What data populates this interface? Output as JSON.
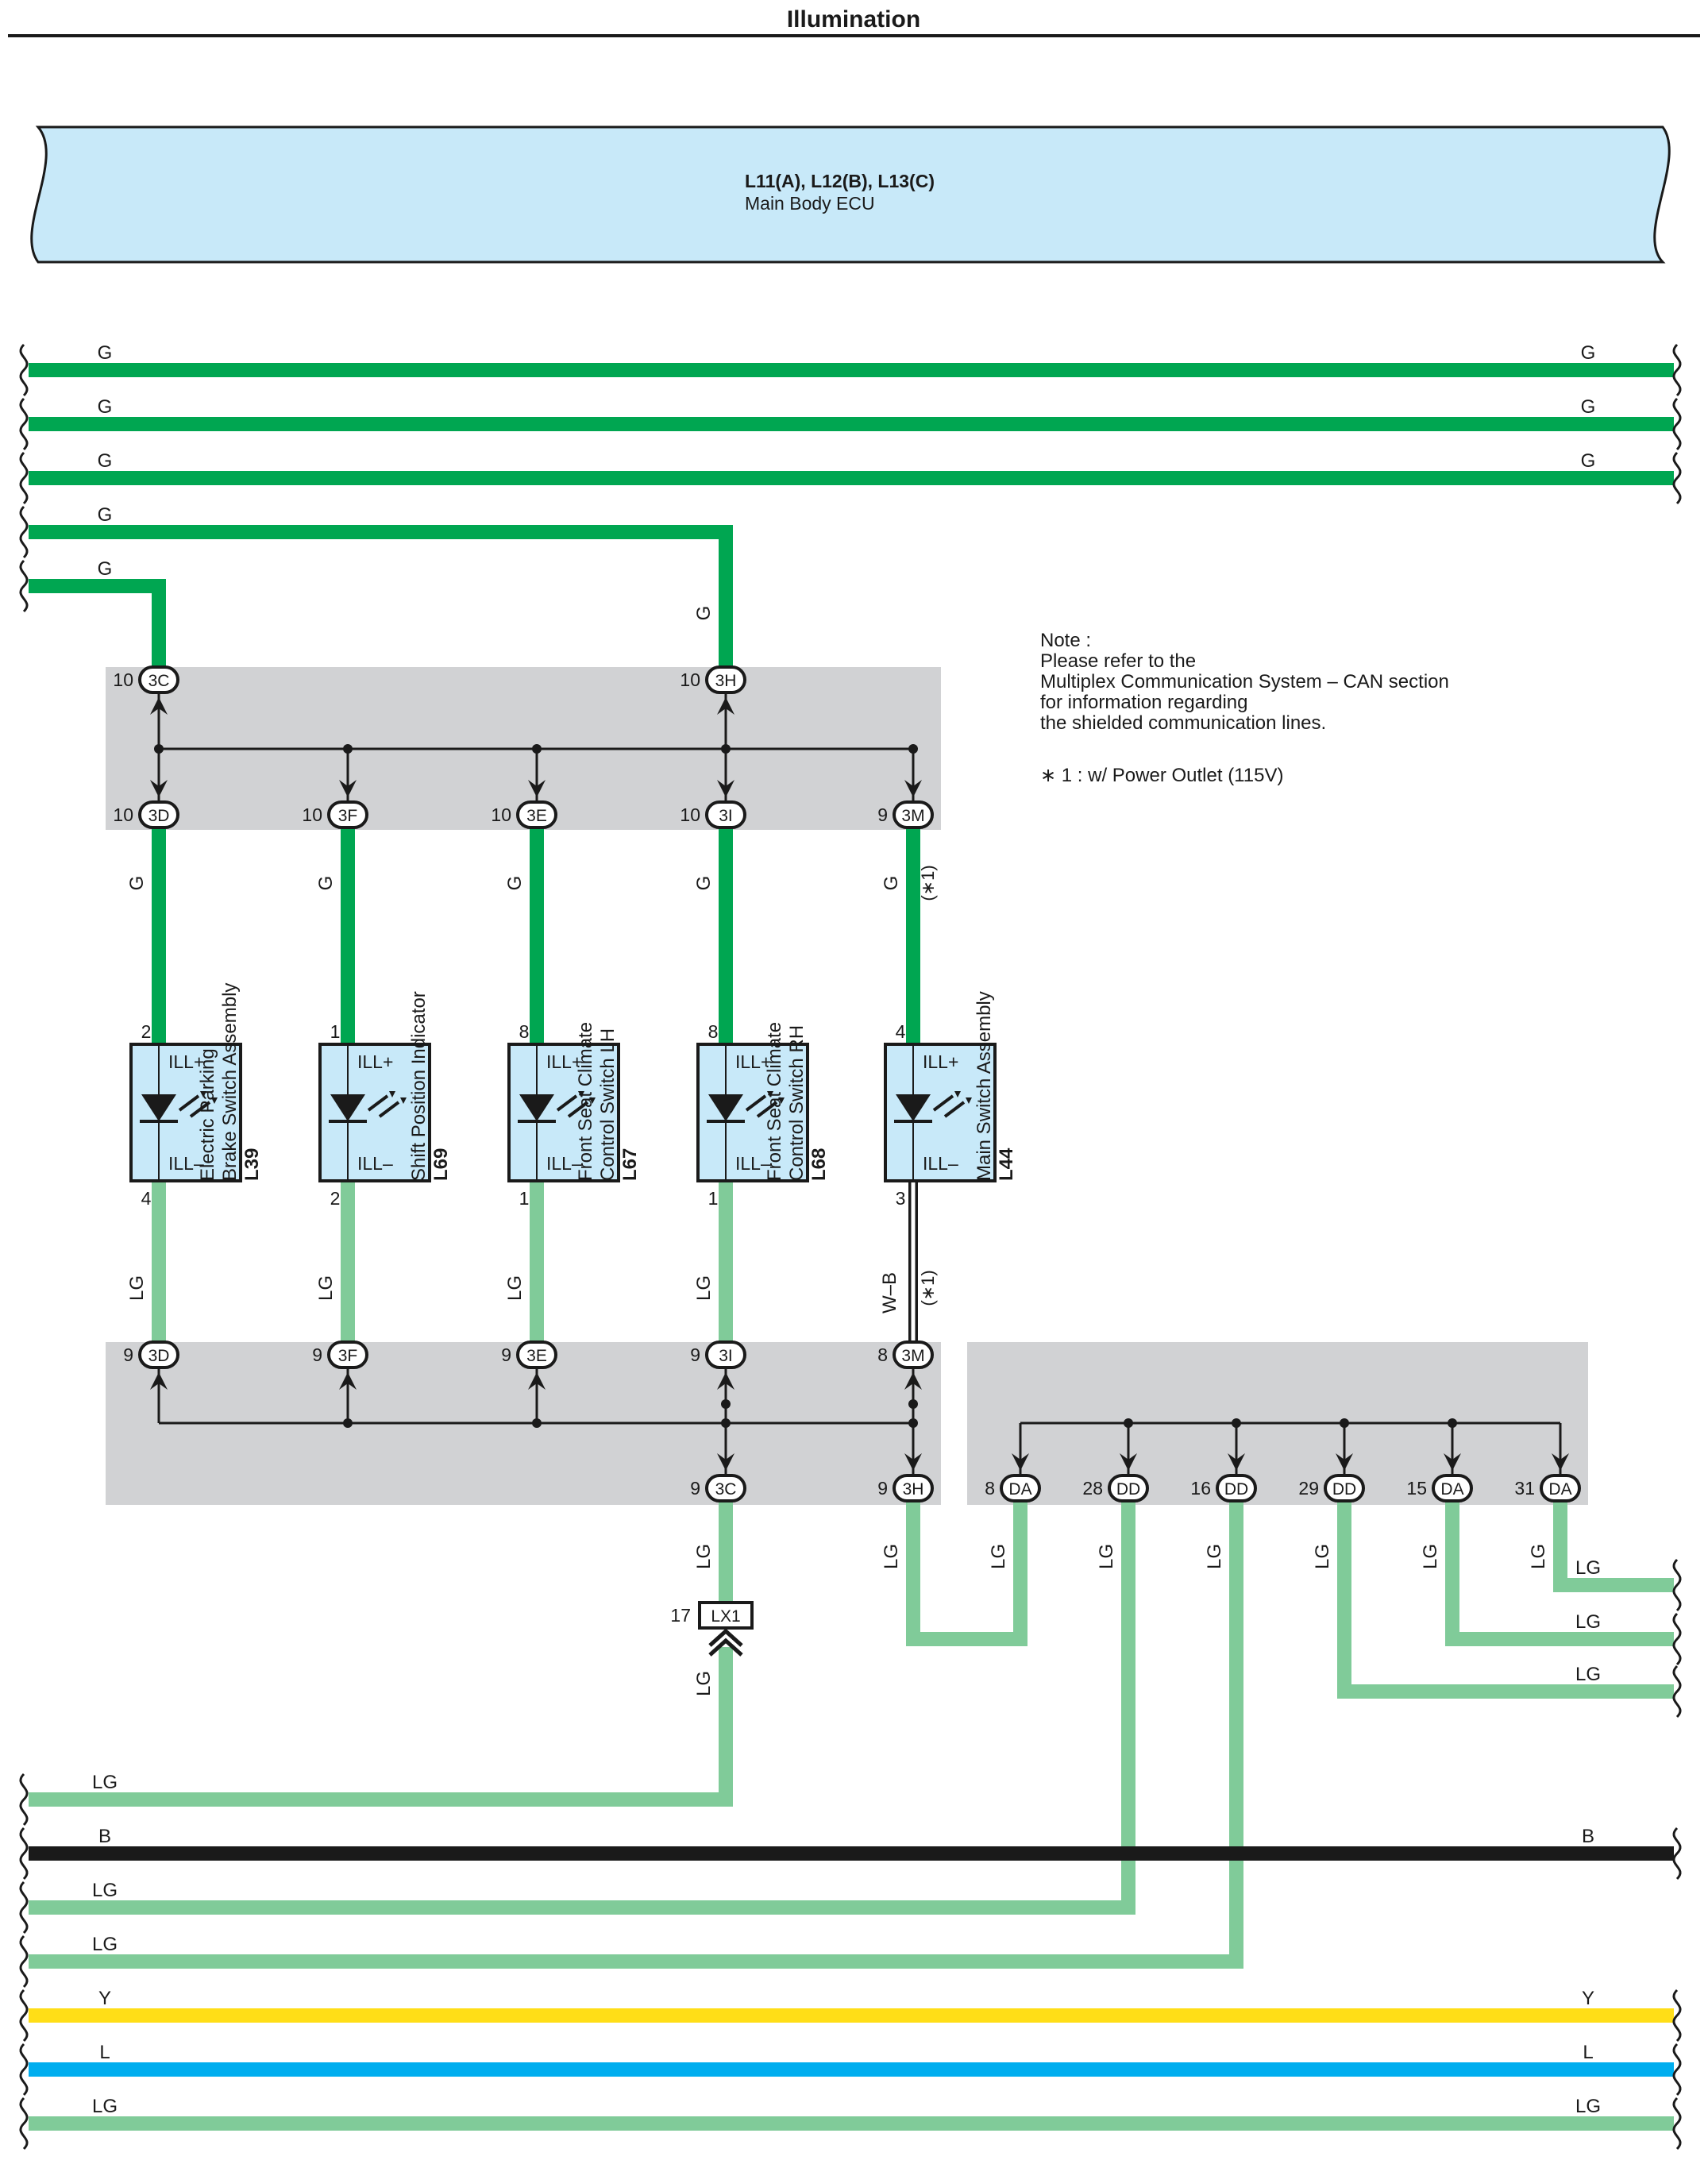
{
  "title": "Illumination",
  "colors": {
    "G": "#00a651",
    "LG": "#80cb99",
    "B": "#1a1a1a",
    "Y": "#ffde17",
    "L": "#00aeef",
    "WB_outer": "#1a1a1a",
    "WB_inner": "#ffffff",
    "ecu_fill": "#c8e9f9",
    "component_fill": "#c8e9f9",
    "junction_fill": "#d1d2d4"
  },
  "ecu": {
    "name": "L11(A), L12(B), L13(C)",
    "desc": "Main Body ECU"
  },
  "note": {
    "lines": [
      "Note :",
      "Please refer to the",
      "Multiplex Communication System – CAN section",
      "for information regarding",
      "the shielded communication lines."
    ],
    "footnote": "∗ 1 : w/ Power Outlet (115V)"
  },
  "top_wires": [
    {
      "color": "G",
      "left_label": "G",
      "right_label": "G"
    },
    {
      "color": "G",
      "left_label": "G",
      "right_label": "G"
    },
    {
      "color": "G",
      "left_label": "G",
      "right_label": "G"
    },
    {
      "color": "G",
      "left_label": "G"
    },
    {
      "color": "G",
      "left_label": "G"
    }
  ],
  "upper_junction": {
    "top_connectors": [
      {
        "pin": "10",
        "code": "3C"
      },
      {
        "pin": "10",
        "code": "3H"
      }
    ],
    "bottom_connectors": [
      {
        "pin": "10",
        "code": "3D"
      },
      {
        "pin": "10",
        "code": "3F"
      },
      {
        "pin": "10",
        "code": "3E"
      },
      {
        "pin": "10",
        "code": "3I"
      },
      {
        "pin": "9",
        "code": "3M"
      }
    ]
  },
  "components": [
    {
      "code": "L39",
      "name_lines": [
        "Electric Parking",
        "Brake Switch Assembly"
      ],
      "pin_top": "2",
      "pin_bottom": "4",
      "in_wire": "G",
      "out_wire": "LG",
      "ill_plus": "ILL+",
      "ill_minus": "ILL–"
    },
    {
      "code": "L69",
      "name_lines": [
        "Shift Position Indicator"
      ],
      "pin_top": "1",
      "pin_bottom": "2",
      "in_wire": "G",
      "out_wire": "LG",
      "ill_plus": "ILL+",
      "ill_minus": "ILL–"
    },
    {
      "code": "L67",
      "name_lines": [
        "Front Seat Climate",
        "Control Switch LH"
      ],
      "pin_top": "8",
      "pin_bottom": "1",
      "in_wire": "G",
      "out_wire": "LG",
      "ill_plus": "ILL+",
      "ill_minus": "ILL–"
    },
    {
      "code": "L68",
      "name_lines": [
        "Front Seat Climate",
        "Control Switch RH"
      ],
      "pin_top": "8",
      "pin_bottom": "1",
      "in_wire": "G",
      "out_wire": "LG",
      "ill_plus": "ILL+",
      "ill_minus": "ILL–"
    },
    {
      "code": "L44",
      "name_lines": [
        "Main Switch Assembly"
      ],
      "pin_top": "4",
      "pin_bottom": "3",
      "in_wire": "G",
      "out_wire": "W–B",
      "ill_plus": "ILL+",
      "ill_minus": "ILL–",
      "note": "(∗1)"
    }
  ],
  "lower_junction": {
    "top_connectors": [
      {
        "pin": "9",
        "code": "3D"
      },
      {
        "pin": "9",
        "code": "3F"
      },
      {
        "pin": "9",
        "code": "3E"
      },
      {
        "pin": "9",
        "code": "3I"
      },
      {
        "pin": "8",
        "code": "3M"
      }
    ],
    "bottom_connectors": [
      {
        "pin": "9",
        "code": "3C"
      },
      {
        "pin": "9",
        "code": "3H"
      }
    ]
  },
  "right_junction": {
    "connectors": [
      {
        "pin": "8",
        "code": "DA"
      },
      {
        "pin": "28",
        "code": "DD"
      },
      {
        "pin": "16",
        "code": "DD"
      },
      {
        "pin": "29",
        "code": "DD"
      },
      {
        "pin": "15",
        "code": "DA"
      },
      {
        "pin": "31",
        "code": "DA"
      }
    ]
  },
  "lx1": {
    "pin": "17",
    "code": "LX1"
  },
  "right_lg_wires": [
    {
      "color": "LG",
      "label": "LG"
    },
    {
      "color": "LG",
      "label": "LG"
    },
    {
      "color": "LG",
      "label": "LG"
    }
  ],
  "bottom_wires": [
    {
      "color": "LG",
      "left_label": "LG"
    },
    {
      "color": "B",
      "left_label": "B",
      "right_label": "B"
    },
    {
      "color": "LG",
      "left_label": "LG"
    },
    {
      "color": "LG",
      "left_label": "LG"
    },
    {
      "color": "Y",
      "left_label": "Y",
      "right_label": "Y"
    },
    {
      "color": "L",
      "left_label": "L",
      "right_label": "L"
    },
    {
      "color": "LG",
      "left_label": "LG",
      "right_label": "LG"
    }
  ],
  "vertical_wire_labels": {
    "g_3h_feed": "G",
    "g_drop": "G",
    "lg_rise": "LG",
    "lg_3c_down": "LG",
    "lg_3h_down": "LG",
    "lg_da_up": "LG",
    "footnote_mark": "(∗1)"
  }
}
